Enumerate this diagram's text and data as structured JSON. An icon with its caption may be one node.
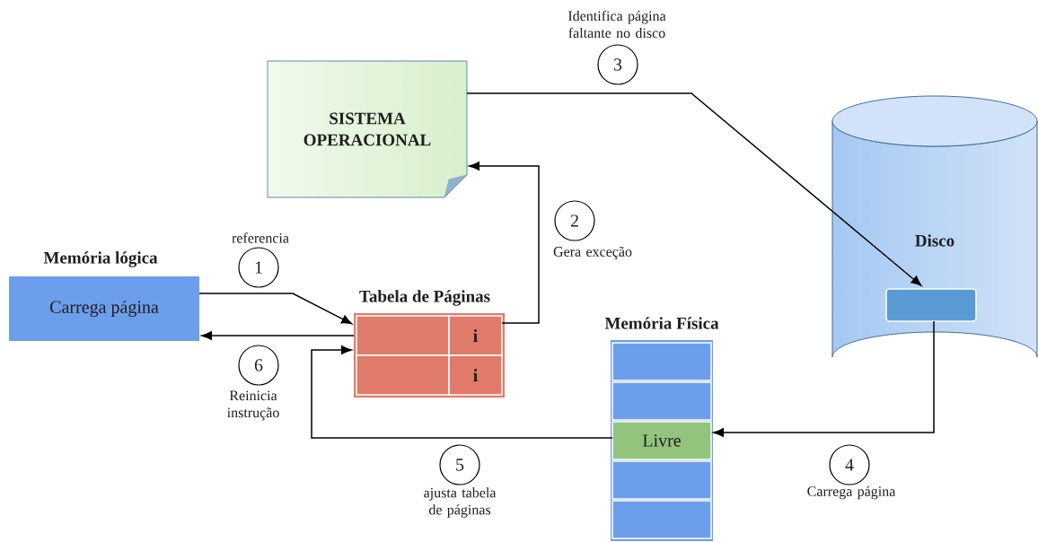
{
  "diagram": {
    "nodes": [
      {
        "text": [
          "Memória lógica",
          "Carrega página"
        ]
      },
      {
        "text": [
          "Tabela de Páginas"
        ]
      },
      {
        "text": [],
        "shape": "box",
        "in": 1
      },
      {
        "text": [
          "i"
        ],
        "in": 1
      },
      {
        "text": [],
        "shape": "box",
        "in": 1
      },
      {
        "text": [
          "i"
        ],
        "in": 1
      },
      {
        "text": [
          "SISTEMA OPERACIONAL"
        ]
      },
      {
        "text": [
          "Disco"
        ]
      },
      {
        "text": [],
        "shape": "box",
        "in": 7
      },
      {
        "text": [
          "Memória Física"
        ]
      },
      {
        "text": [],
        "shape": "box",
        "in": 9
      },
      {
        "text": [],
        "shape": "box",
        "in": 9
      },
      {
        "text": [
          "Livre"
        ],
        "in": 9
      },
      {
        "text": [],
        "shape": "box",
        "in": 9
      },
      {
        "text": [],
        "shape": "box",
        "in": 9
      }
    ],
    "edges": [
      {
        "from": 0,
        "to": 1,
        "arrow": "to",
        "label": "1"
      },
      {
        "from": 1,
        "to": 0,
        "arrow": "to",
        "label": "6"
      },
      {
        "from": 3,
        "to": 6,
        "arrow": "to",
        "label": "2"
      },
      {
        "from": 6,
        "to": 8,
        "arrow": "to",
        "label": "3"
      },
      {
        "from": 8,
        "to": 12,
        "arrow": "to",
        "label": "4"
      },
      {
        "from": 12,
        "to": 1,
        "arrow": "to",
        "label": "5"
      }
    ],
    "labels": [
      "Identifica página faltante no disco",
      "referencia",
      "Gera exceção",
      "Reinicia instrução",
      "Carrega página",
      "ajusta tabela de páginas"
    ]
  }
}
